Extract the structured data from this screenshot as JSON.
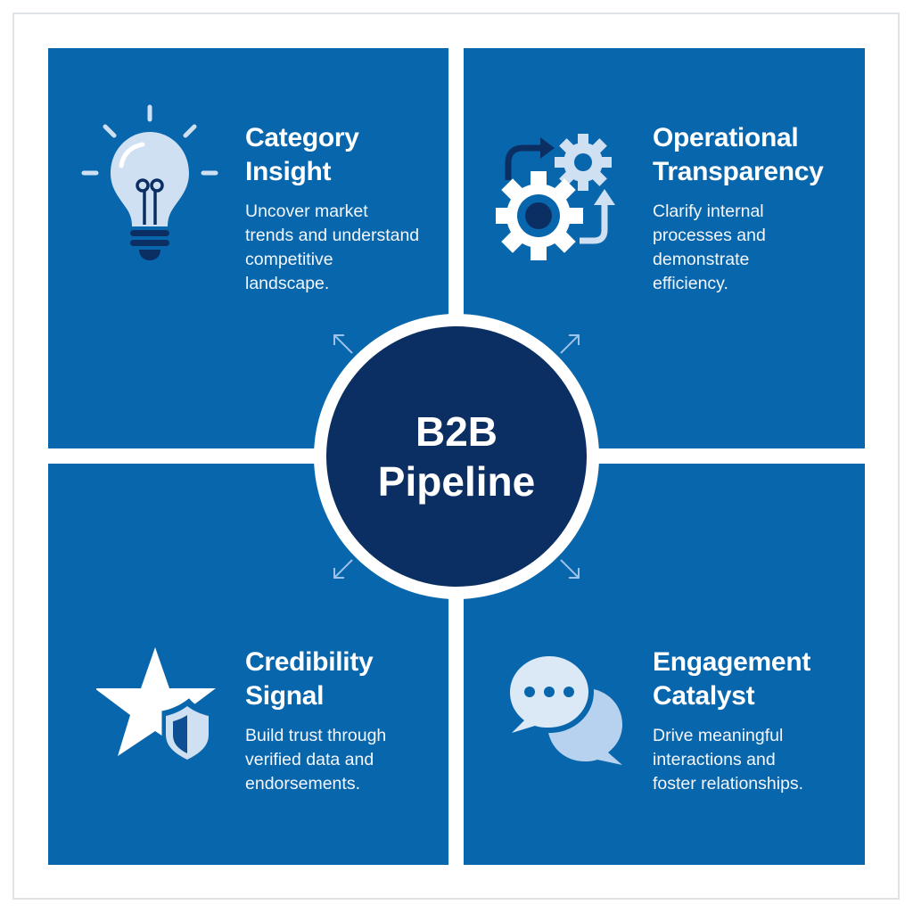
{
  "colors": {
    "quadrant": "#0866ad",
    "hub": "#0c2f63",
    "icon_light": "#cfe0f3",
    "icon_dark": "#0c2f63",
    "white": "#ffffff",
    "frame_border": "#dfe3e8"
  },
  "hub": {
    "line1": "B2B",
    "line2": "Pipeline"
  },
  "quadrants": [
    {
      "position": "top-left",
      "icon": "lightbulb-icon",
      "title_line1": "Category",
      "title_line2": "Insight",
      "body": [
        "Uncover market",
        "trends and understand",
        "competitive",
        "landscape."
      ]
    },
    {
      "position": "top-right",
      "icon": "gears-process-icon",
      "title_line1": "Operational",
      "title_line2": "Transparency",
      "body": [
        "Clarify internal",
        "processes and",
        "demonstrate",
        "efficiency."
      ]
    },
    {
      "position": "bottom-left",
      "icon": "star-shield-icon",
      "title_line1": "Credibility",
      "title_line2": "Signal",
      "body": [
        "Build trust through",
        "verified data and",
        "endorsements."
      ]
    },
    {
      "position": "bottom-right",
      "icon": "chat-bubbles-icon",
      "title_line1": "Engagement",
      "title_line2": "Catalyst",
      "body": [
        "Drive meaningful",
        "interactions and",
        "foster relationships."
      ]
    }
  ],
  "connectors": [
    "arrow-up-left-icon",
    "arrow-up-right-icon",
    "arrow-down-left-icon",
    "arrow-down-right-icon"
  ]
}
